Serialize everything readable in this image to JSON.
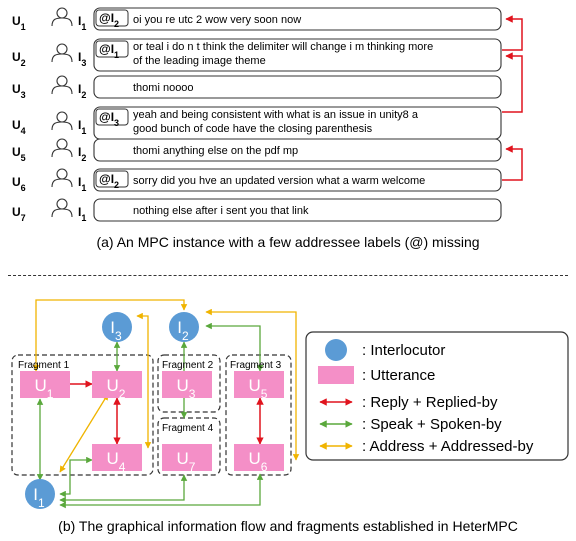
{
  "panel_a": {
    "rows": [
      {
        "utt": "U",
        "utt_sub": "1",
        "spk": "I",
        "spk_sub": "1",
        "addr": "@I",
        "addr_sub": "2",
        "text": [
          "oi you re utc 2 wow very soon now"
        ]
      },
      {
        "utt": "U",
        "utt_sub": "2",
        "spk": "I",
        "spk_sub": "3",
        "addr": "@I",
        "addr_sub": "1",
        "text": [
          "or teal i do n t think the delimiter will change i m thinking more",
          "of the leading image theme"
        ]
      },
      {
        "utt": "U",
        "utt_sub": "3",
        "spk": "I",
        "spk_sub": "2",
        "addr": "",
        "addr_sub": "",
        "text": [
          "thomi noooo"
        ]
      },
      {
        "utt": "U",
        "utt_sub": "4",
        "spk": "I",
        "spk_sub": "1",
        "addr": "@I",
        "addr_sub": "3",
        "text": [
          "yeah and being consistent with what is an issue in unity8 a",
          "good bunch of code have the closing parenthesis"
        ]
      },
      {
        "utt": "U",
        "utt_sub": "5",
        "spk": "I",
        "spk_sub": "2",
        "addr": "",
        "addr_sub": "",
        "text": [
          "thomi anything else on the pdf mp"
        ]
      },
      {
        "utt": "U",
        "utt_sub": "6",
        "spk": "I",
        "spk_sub": "1",
        "addr": "@I",
        "addr_sub": "2",
        "text": [
          "sorry did you hve an updated version what a warm welcome"
        ]
      },
      {
        "utt": "U",
        "utt_sub": "7",
        "spk": "I",
        "spk_sub": "1",
        "addr": "",
        "addr_sub": "",
        "text": [
          "nothing else after i sent you that link"
        ]
      }
    ],
    "caption": "(a) An MPC instance with a few addressee labels (@) missing"
  },
  "panel_b": {
    "fragments": [
      "Fragment 1",
      "Fragment 2",
      "Fragment 3",
      "Fragment 4"
    ],
    "interlocutors": [
      {
        "base": "I",
        "sub": "3"
      },
      {
        "base": "I",
        "sub": "2"
      },
      {
        "base": "I",
        "sub": "1"
      }
    ],
    "utterances": [
      {
        "base": "U",
        "sub": "1"
      },
      {
        "base": "U",
        "sub": "2"
      },
      {
        "base": "U",
        "sub": "3"
      },
      {
        "base": "U",
        "sub": "5"
      },
      {
        "base": "U",
        "sub": "4"
      },
      {
        "base": "U",
        "sub": "7"
      },
      {
        "base": "U",
        "sub": "6"
      }
    ],
    "legend": [
      {
        "label": ": Interlocutor"
      },
      {
        "label": ": Utterance"
      },
      {
        "label": ": Reply + Replied-by"
      },
      {
        "label": ": Speak + Spoken-by"
      },
      {
        "label": ": Address + Addressed-by"
      }
    ],
    "caption": "(b) The graphical information flow and fragments established in HeterMPC"
  },
  "colors": {
    "reply": "#e0141e",
    "speak": "#5aa83c",
    "address": "#f0b400",
    "node_interlocutor": "#5b9bd5",
    "node_utterance": "#f48fc7"
  },
  "icons": {
    "speaker": "person-outline-icon"
  }
}
